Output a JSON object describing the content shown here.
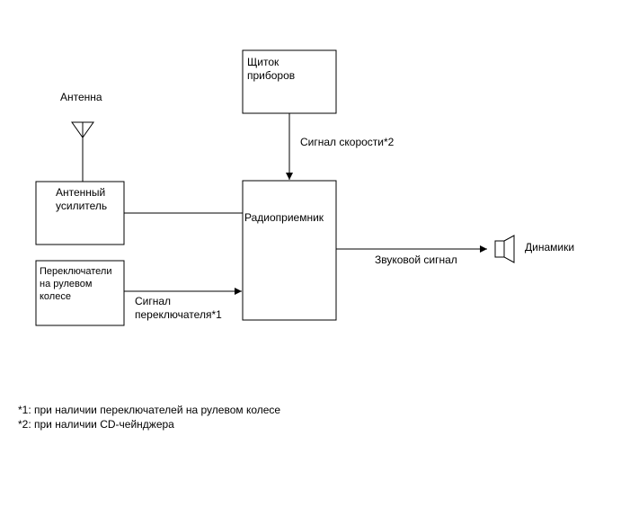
{
  "diagram": {
    "antenna": "Антенна",
    "antenna_amp": "Антенный\nусилитель",
    "steering_switches": "Переключатели\nна рулевом\nколесе",
    "instrument_panel": "Щиток\nприборов",
    "radio": "Радиоприемник",
    "speakers": "Динамики",
    "speed_signal": "Сигнал скорости*2",
    "switch_signal": "Сигнал\nпереключателя*1",
    "audio_signal": "Звуковой сигнал"
  },
  "notes": {
    "note1": "*1: при наличии переключателей на рулевом колесе",
    "note2": "*2: при наличии CD-чейнджера"
  }
}
